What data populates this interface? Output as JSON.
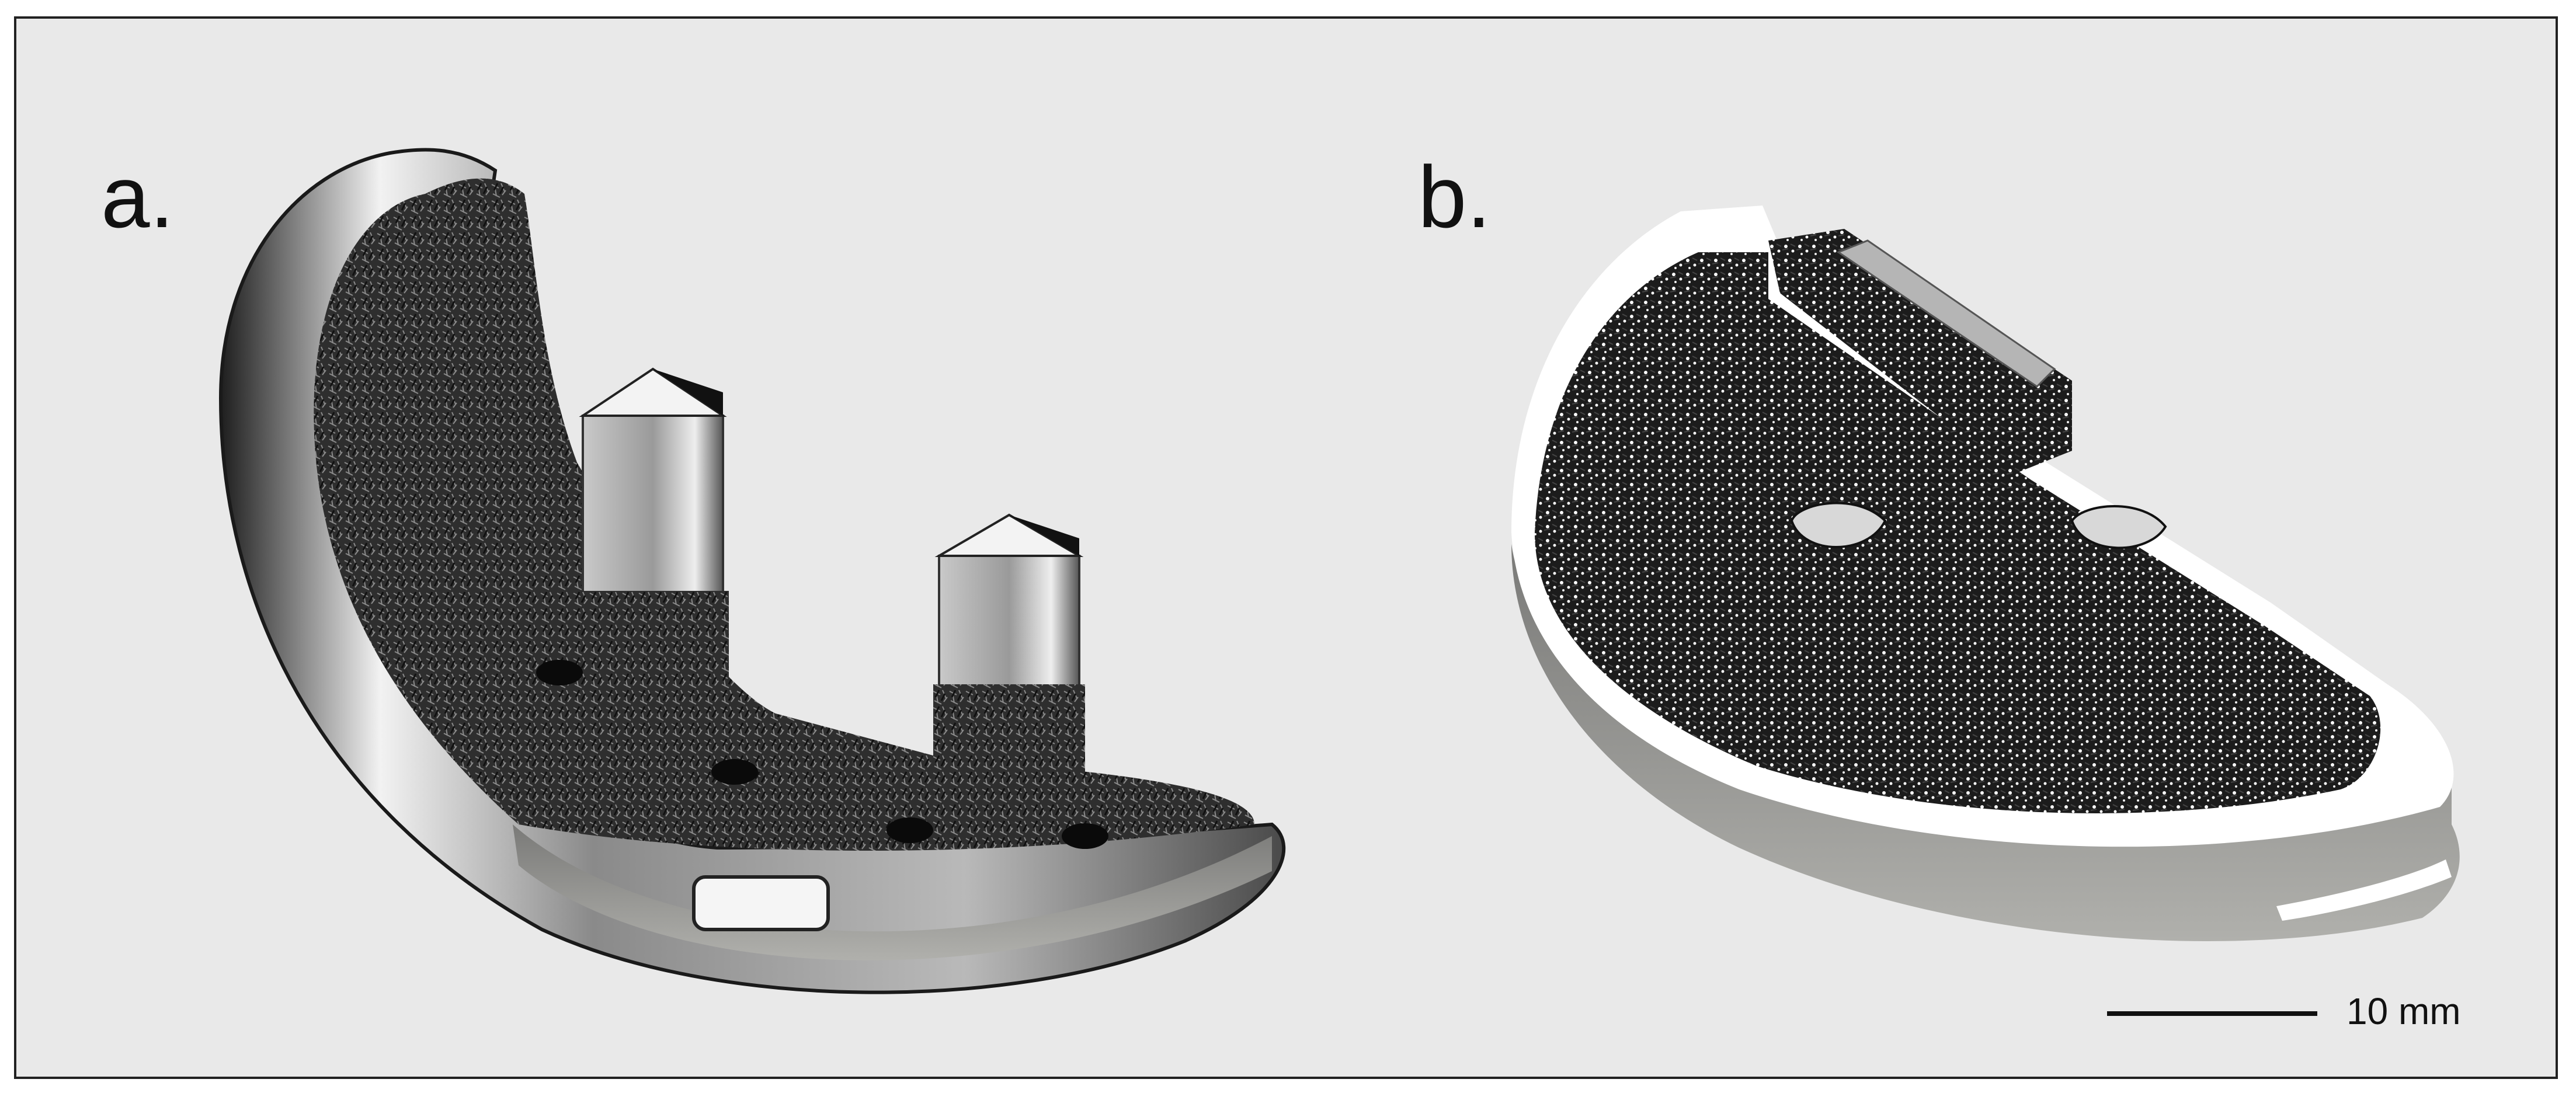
{
  "panels": {
    "a": {
      "label": "a."
    },
    "b": {
      "label": "b."
    }
  },
  "scale_bar": {
    "label": "10 mm"
  },
  "colors": {
    "background": "#e9e9e9",
    "frame_border": "#222222",
    "metal_light": "#d6d6d6",
    "metal_dark": "#2a2a2a",
    "porous_coating": "#333333",
    "tray_white": "#ffffff"
  }
}
